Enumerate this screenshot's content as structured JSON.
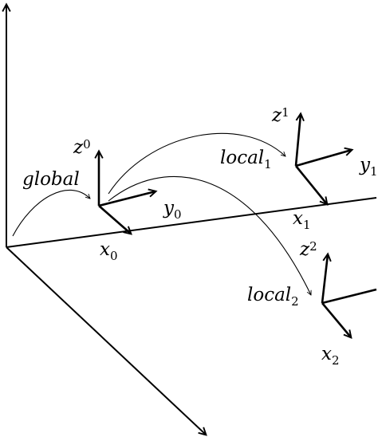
{
  "diagram": {
    "labels": {
      "global": "global",
      "local1_base": "local",
      "local1_sub": "1",
      "local2_base": "local",
      "local2_sub": "2",
      "z0_base": "z",
      "z0_sub": "0",
      "y0_base": "y",
      "y0_sub": "0",
      "x0_base": "x",
      "x0_sub": "0",
      "z1_base": "z",
      "z1_sub": "1",
      "y1_base": "y",
      "y1_sub": "1",
      "x1_base": "x",
      "x1_sub": "1",
      "z2_base": "z",
      "z2_sub": "2",
      "x2_base": "x",
      "x2_sub": "2"
    },
    "colors": {
      "stroke": "#000000",
      "background": "#ffffff"
    }
  }
}
